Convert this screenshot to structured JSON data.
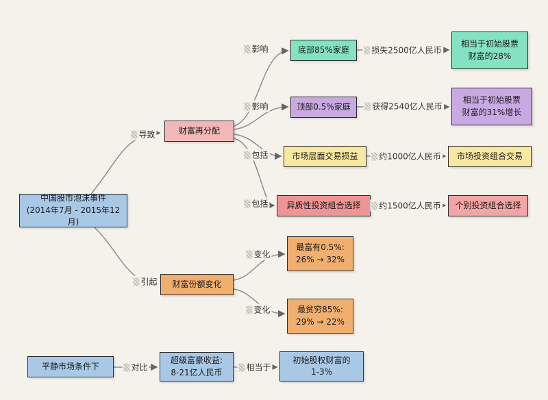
{
  "colors": {
    "background": "#f5f2ec",
    "blue_node": "#a9c8e6",
    "pink_node": "#f2b8b8",
    "teal_node": "#84e2c2",
    "purple_node": "#c9a9e2",
    "yellow_node": "#f8e9a2",
    "red_node": "#ef9494",
    "red_light_node": "#f3a4a4",
    "orange_node": "#f1af6f",
    "edge_line": "#8c8c8c",
    "node_border": "#2b2b2b"
  },
  "nodes": {
    "root": "中国股市泡沫事件\n(2014年7月 - 2015年12月)",
    "redistribution": "财富再分配",
    "bottom85": "底部85%家庭",
    "bottom85_result": "相当于初始股票\n财富的28%",
    "top05": "顶部0.5%家庭",
    "top05_result": "相当于初始股票\n财富的31%增长",
    "market": "市场层面交易损益",
    "market_result": "市场投资组合交易",
    "hetero": "异质性投资组合选择",
    "hetero_result": "个别投资组合选择",
    "share_change": "财富份额变化",
    "richest": "最富有0.5%:\n26% → 32%",
    "poorest": "最贫穷85%:\n29% → 22%",
    "calm": "平静市场条件下",
    "super_rich": "超级富豪收益:\n8-21亿人民币",
    "initial_equity": "初始股权财富的\n1-3%"
  },
  "edge_labels": {
    "daozhi": "导致",
    "yinqi": "引起",
    "yingxiang": "影响",
    "baokuo": "包括",
    "bianhua": "变化",
    "sunshi": "损失2500亿人民币",
    "huode": "获得2540亿人民币",
    "yue1000": "约1000亿人民币",
    "yue1500": "约1500亿人民币",
    "duibi": "对比",
    "xiangdangyu": "相当于"
  }
}
